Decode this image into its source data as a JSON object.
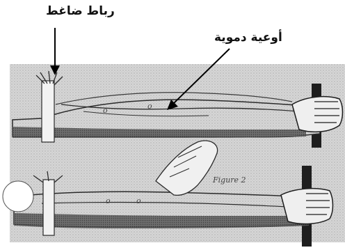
{
  "labels": {
    "tourniquet": "رباط ضاغط",
    "blood_vessels": "أوعية دموية"
  },
  "figure": {
    "caption_bottom": "Figure 2",
    "panels": [
      "upper-arm-illustration",
      "lower-arm-illustration"
    ]
  },
  "colors": {
    "ink": "#1a1a1a",
    "paper": "#d9d9d9",
    "background": "#ffffff"
  }
}
